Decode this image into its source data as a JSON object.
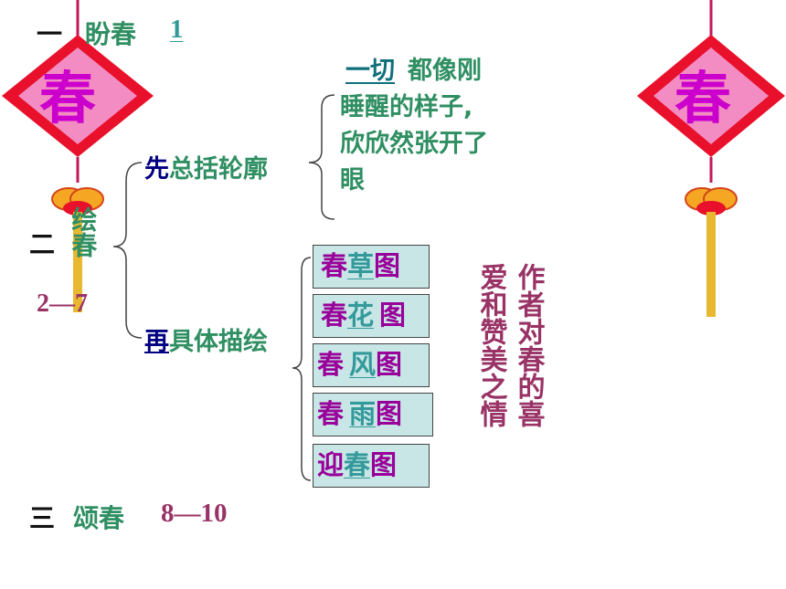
{
  "sections": {
    "one": {
      "numeral": "一",
      "title": "盼春",
      "range": "1"
    },
    "two": {
      "numeral": "二",
      "title": "绘春",
      "range": "2—7"
    },
    "three": {
      "numeral": "三",
      "title": "颂春",
      "range": "8—10"
    }
  },
  "branch_first": {
    "prefix": "先",
    "rest": "总括轮廓"
  },
  "branch_then": {
    "prefix": "再",
    "rest": "具体描绘"
  },
  "summary": {
    "underlined": "一切",
    "line1_rest": "都像刚",
    "line2": "睡醒的样子,",
    "line3": "欣欣然张开了",
    "line4": "眼"
  },
  "pictures": [
    {
      "pre": "春",
      "key": "草",
      "post": "图"
    },
    {
      "pre": "春",
      "key": "花",
      "post": "图"
    },
    {
      "pre": "春",
      "key": "风",
      "post": "图"
    },
    {
      "pre": "春",
      "key": "雨",
      "post": "图"
    },
    {
      "pre": "迎",
      "key": "春",
      "post": "图"
    }
  ],
  "emotion": {
    "col_right": "作者对春的喜",
    "col_left": "爱和赞美之情"
  },
  "ornament_char": "春",
  "colors": {
    "green": "#2f8f62",
    "maroon": "#993366",
    "purple": "#990099",
    "teal": "#33999a",
    "box_bg": "#c8e6e6",
    "ornament_red": "#e8102a",
    "ornament_pink": "#f28cc2"
  }
}
